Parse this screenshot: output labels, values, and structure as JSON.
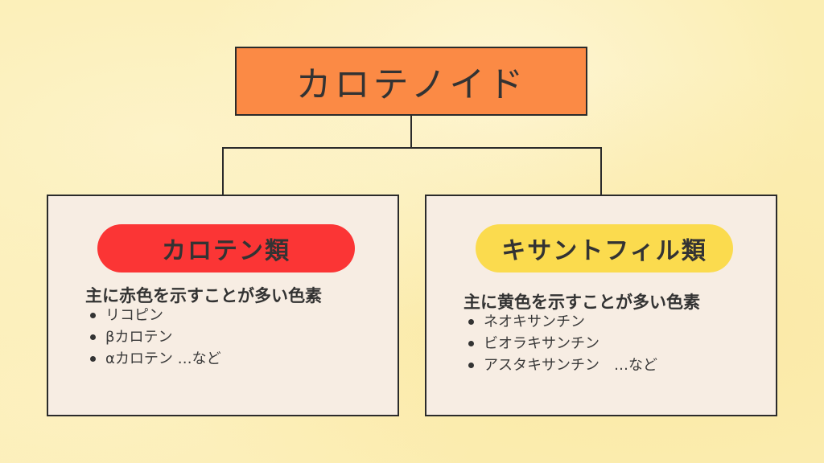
{
  "root": {
    "label": "カロテノイド",
    "color": "#fb8a45"
  },
  "branches": [
    {
      "title": "カロテン類",
      "color": "#fb3535",
      "description": "主に赤色を示すことが多い色素",
      "items": [
        "リコピン",
        "βカロテン",
        "αカロテン …など"
      ]
    },
    {
      "title": "キサントフィル類",
      "color": "#fbdb4e",
      "description": "主に黄色を示すことが多い色素",
      "items": [
        "ネオキサンチン",
        "ビオラキサンチン",
        "アスタキサンチン　…など"
      ]
    }
  ]
}
